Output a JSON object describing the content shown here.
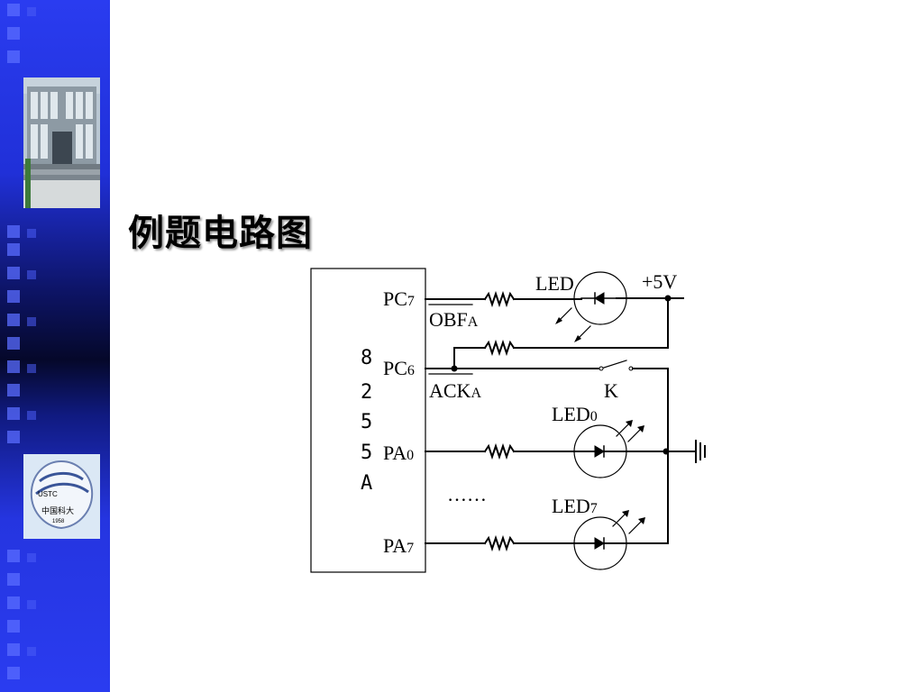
{
  "slide": {
    "title": "例题电路图"
  },
  "sidebar": {
    "photo_icon": "building-photo",
    "logo_icon": "university-emblem",
    "logo_text": "USTC",
    "logo_year": "1958",
    "logo_chinese": "中国科大"
  },
  "diagram": {
    "chip": {
      "chars": [
        "8",
        "2",
        "5",
        "5",
        "A"
      ]
    },
    "pins": {
      "pc7": {
        "main": "PC",
        "sub": "7"
      },
      "pc6": {
        "main": "PC",
        "sub": "6"
      },
      "pa0": {
        "main": "PA",
        "sub": "0"
      },
      "pa7": {
        "main": "PA",
        "sub": "7"
      }
    },
    "signals": {
      "obf": {
        "main": "OBF",
        "sub": "A"
      },
      "ack": {
        "main": "ACK",
        "sub": "A"
      }
    },
    "labels": {
      "led": "LED",
      "led0": {
        "main": "LED",
        "sub": "0"
      },
      "led7": {
        "main": "LED",
        "sub": "7"
      },
      "vcc": "+5V",
      "switch": "K",
      "ellipsis": "……"
    },
    "colors": {
      "line": "#000000",
      "sidebar": "#2a3cf0"
    }
  }
}
